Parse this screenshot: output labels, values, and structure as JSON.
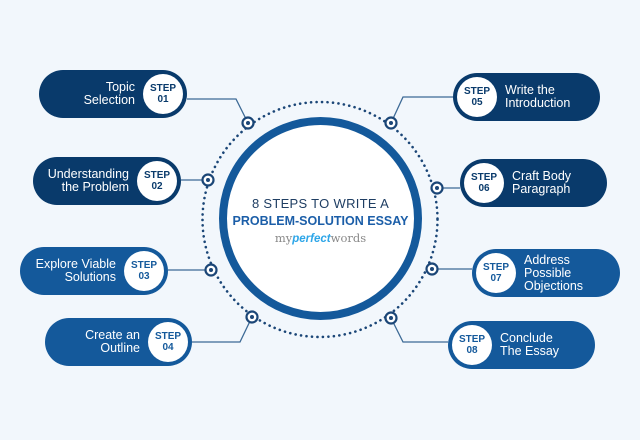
{
  "title": {
    "line1": "8 STEPS TO WRITE A",
    "line2": "PROBLEM-SOLUTION ESSAY"
  },
  "logo": {
    "prefix": "my",
    "middle": "perfect",
    "suffix": "words"
  },
  "colors": {
    "background": "#f2f7fc",
    "navy": "#093a6b",
    "blue": "#14599b",
    "logo_accent": "#2ea6e8"
  },
  "steps": [
    {
      "badge_word": "STEP",
      "number": "01",
      "line1": "Topic",
      "line2": "Selection",
      "line3": ""
    },
    {
      "badge_word": "STEP",
      "number": "02",
      "line1": "Understanding",
      "line2": "the Problem",
      "line3": ""
    },
    {
      "badge_word": "STEP",
      "number": "03",
      "line1": "Explore Viable",
      "line2": "Solutions",
      "line3": ""
    },
    {
      "badge_word": "STEP",
      "number": "04",
      "line1": "Create an",
      "line2": "Outline",
      "line3": ""
    },
    {
      "badge_word": "STEP",
      "number": "05",
      "line1": "Write the",
      "line2": "Introduction",
      "line3": ""
    },
    {
      "badge_word": "STEP",
      "number": "06",
      "line1": "Craft Body",
      "line2": "Paragraph",
      "line3": ""
    },
    {
      "badge_word": "STEP",
      "number": "07",
      "line1": "Address",
      "line2": "Possible",
      "line3": "Objections"
    },
    {
      "badge_word": "STEP",
      "number": "08",
      "line1": "Conclude",
      "line2": "The Essay",
      "line3": ""
    }
  ]
}
